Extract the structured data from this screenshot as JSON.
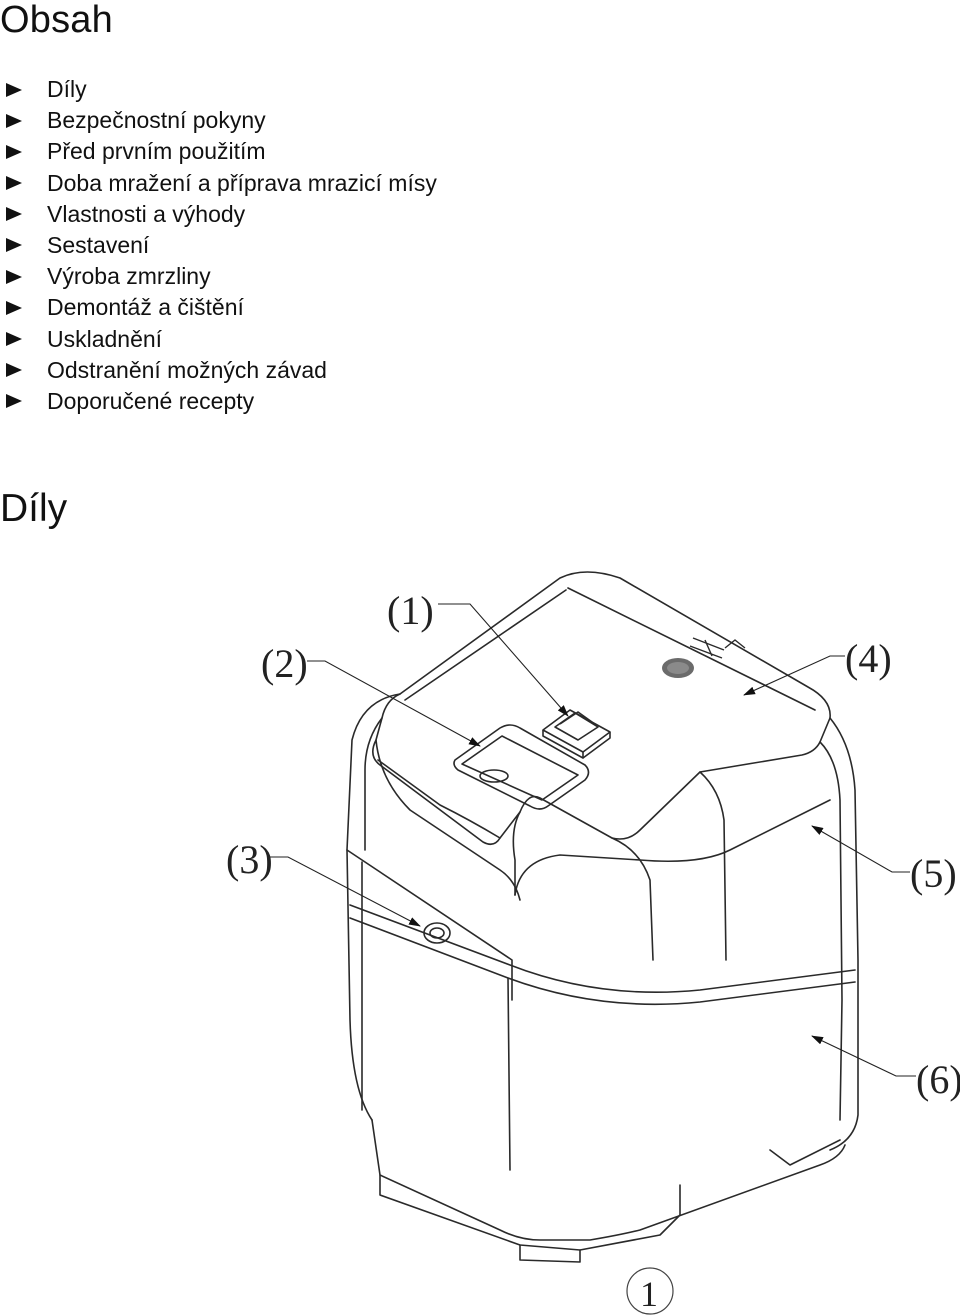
{
  "contents": {
    "heading": "Obsah",
    "items": [
      "Díly",
      "Bezpečnostní pokyny",
      "Před prvním použitím",
      "Doba mražení a příprava mrazicí mísy",
      "Vlastnosti a výhody",
      "Sestavení",
      "Výroba zmrzliny",
      "Demontáž a čištění",
      "Uskladnění",
      "Odstranění možných závad",
      "Doporučené recepty"
    ]
  },
  "parts": {
    "heading": "Díly",
    "callouts": [
      "(1)",
      "(2)",
      "(3)",
      "(4)",
      "(5)",
      "(6)"
    ],
    "page_number": "1"
  }
}
